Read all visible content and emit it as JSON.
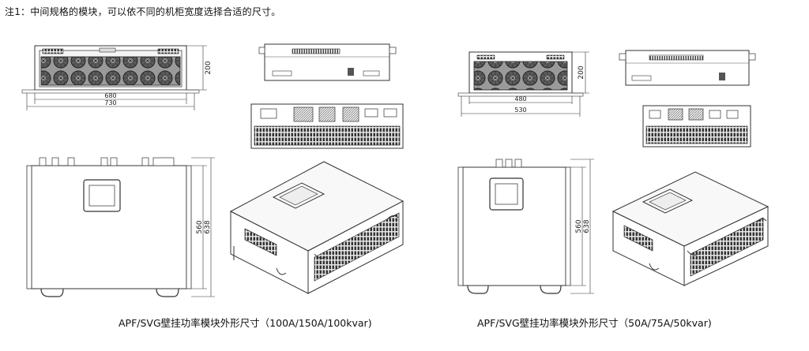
{
  "note": "注1：中间规格的模块，可以依不同的机柜宽度选择合适的尺寸。",
  "left_module": {
    "caption": "APF/SVG壁挂功率模块外形尺寸（100A/150A/100kvar)",
    "front_height": "200",
    "front_inner_width": "680",
    "front_outer_width": "730",
    "side_height_inner": "560",
    "side_height_outer": "638"
  },
  "right_module": {
    "caption": "APF/SVG壁挂功率模块外形尺寸（50A/75A/50kvar)",
    "front_height": "200",
    "front_inner_width": "480",
    "front_outer_width": "530",
    "side_height_inner": "560",
    "side_height_outer": "638"
  }
}
